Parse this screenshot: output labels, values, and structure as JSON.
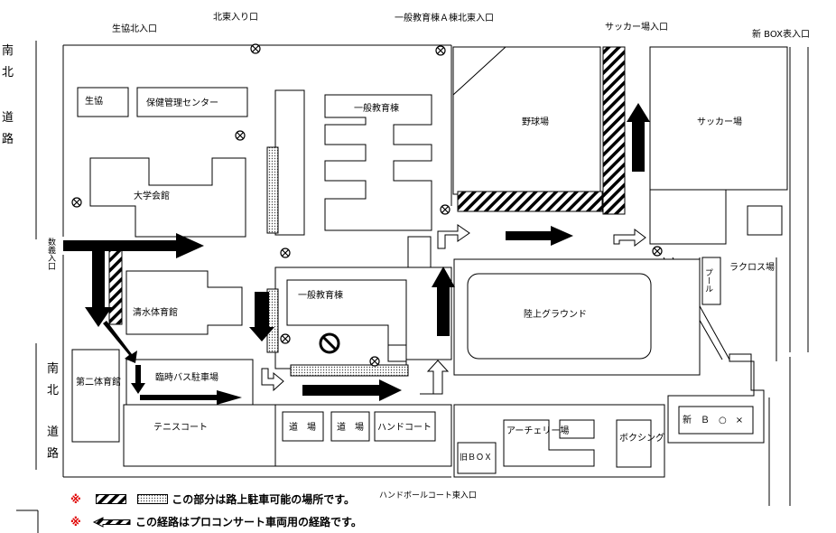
{
  "colors": {
    "legend_mark": "#e00000",
    "ink": "#000000",
    "hatch_fill": "#ffffff",
    "dot_fill": "#d0d0d0"
  },
  "labels": {
    "south_north_road_top": [
      "南",
      "北",
      "道",
      "路"
    ],
    "south_north_road_bottom": [
      "南",
      "北",
      "道",
      "路"
    ],
    "seikyo_north_gate": "生協北入口",
    "north_east_gate": "北東入り口",
    "general_ed_a_ne_gate": "一般教育棟Ａ棟北東入口",
    "soccer_field_gate": "サッカー場入口",
    "new_box_gate": "新 BOX表入口",
    "seikyo": "生協",
    "health_center": "保健管理センター",
    "university_hall": "大学会館",
    "general_ed_building_north": "一般教育棟",
    "baseball_field": "野球場",
    "soccer_field": "サッカー場",
    "lacrosse_field": "ラクロス場",
    "pool": "プール",
    "main_gate": "数義入口",
    "shimizu_gym": "清水体育館",
    "general_ed_building_south": "一般教育棟",
    "track_ground": "陸上グラウンド",
    "second_gym": "第二体育館",
    "temp_bus_parking": "臨時バス駐車場",
    "tennis_court": "テニスコート",
    "dojo_1": "道　場",
    "dojo_2": "道　場",
    "handball_court": "ハンドコート",
    "handball_court_east_gate": "ハンドボールコート東入口",
    "archery_field": "アーチェリー場",
    "old_box": "旧ＢＯＸ",
    "boxing": "ボクシング",
    "new_box": "新　Ｂ　○　×"
  },
  "legend": {
    "mark": "※",
    "line1": "この部分は路上駐車可能の場所です。",
    "line2": "この経路はプロコンサート車両用の経路です。"
  }
}
